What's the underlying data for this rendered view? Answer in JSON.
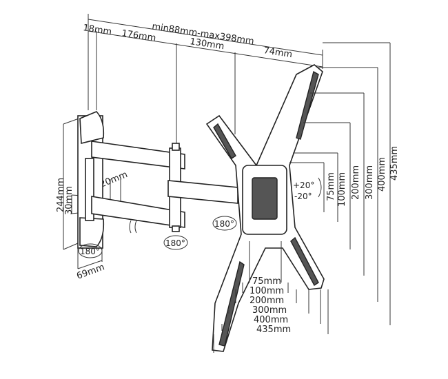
{
  "top_dims": {
    "range": "min88mm-max398mm",
    "d18": "18mm",
    "d176": "176mm",
    "d130": "130mm",
    "d74": "74mm"
  },
  "left_dims": {
    "d244": "244mm",
    "d30": "30mm",
    "d20": "20mm",
    "d69": "69mm"
  },
  "rotations": {
    "wall": "180°",
    "arm": "180°",
    "head": "180°",
    "tilt_up": "+20°",
    "tilt_down": "-20°"
  },
  "vesa_vertical": [
    "75mm",
    "100mm",
    "200mm",
    "300mm",
    "400mm",
    "435mm"
  ],
  "vesa_horizontal": [
    "75mm",
    "100mm",
    "200mm",
    "300mm",
    "400mm",
    "435mm"
  ]
}
